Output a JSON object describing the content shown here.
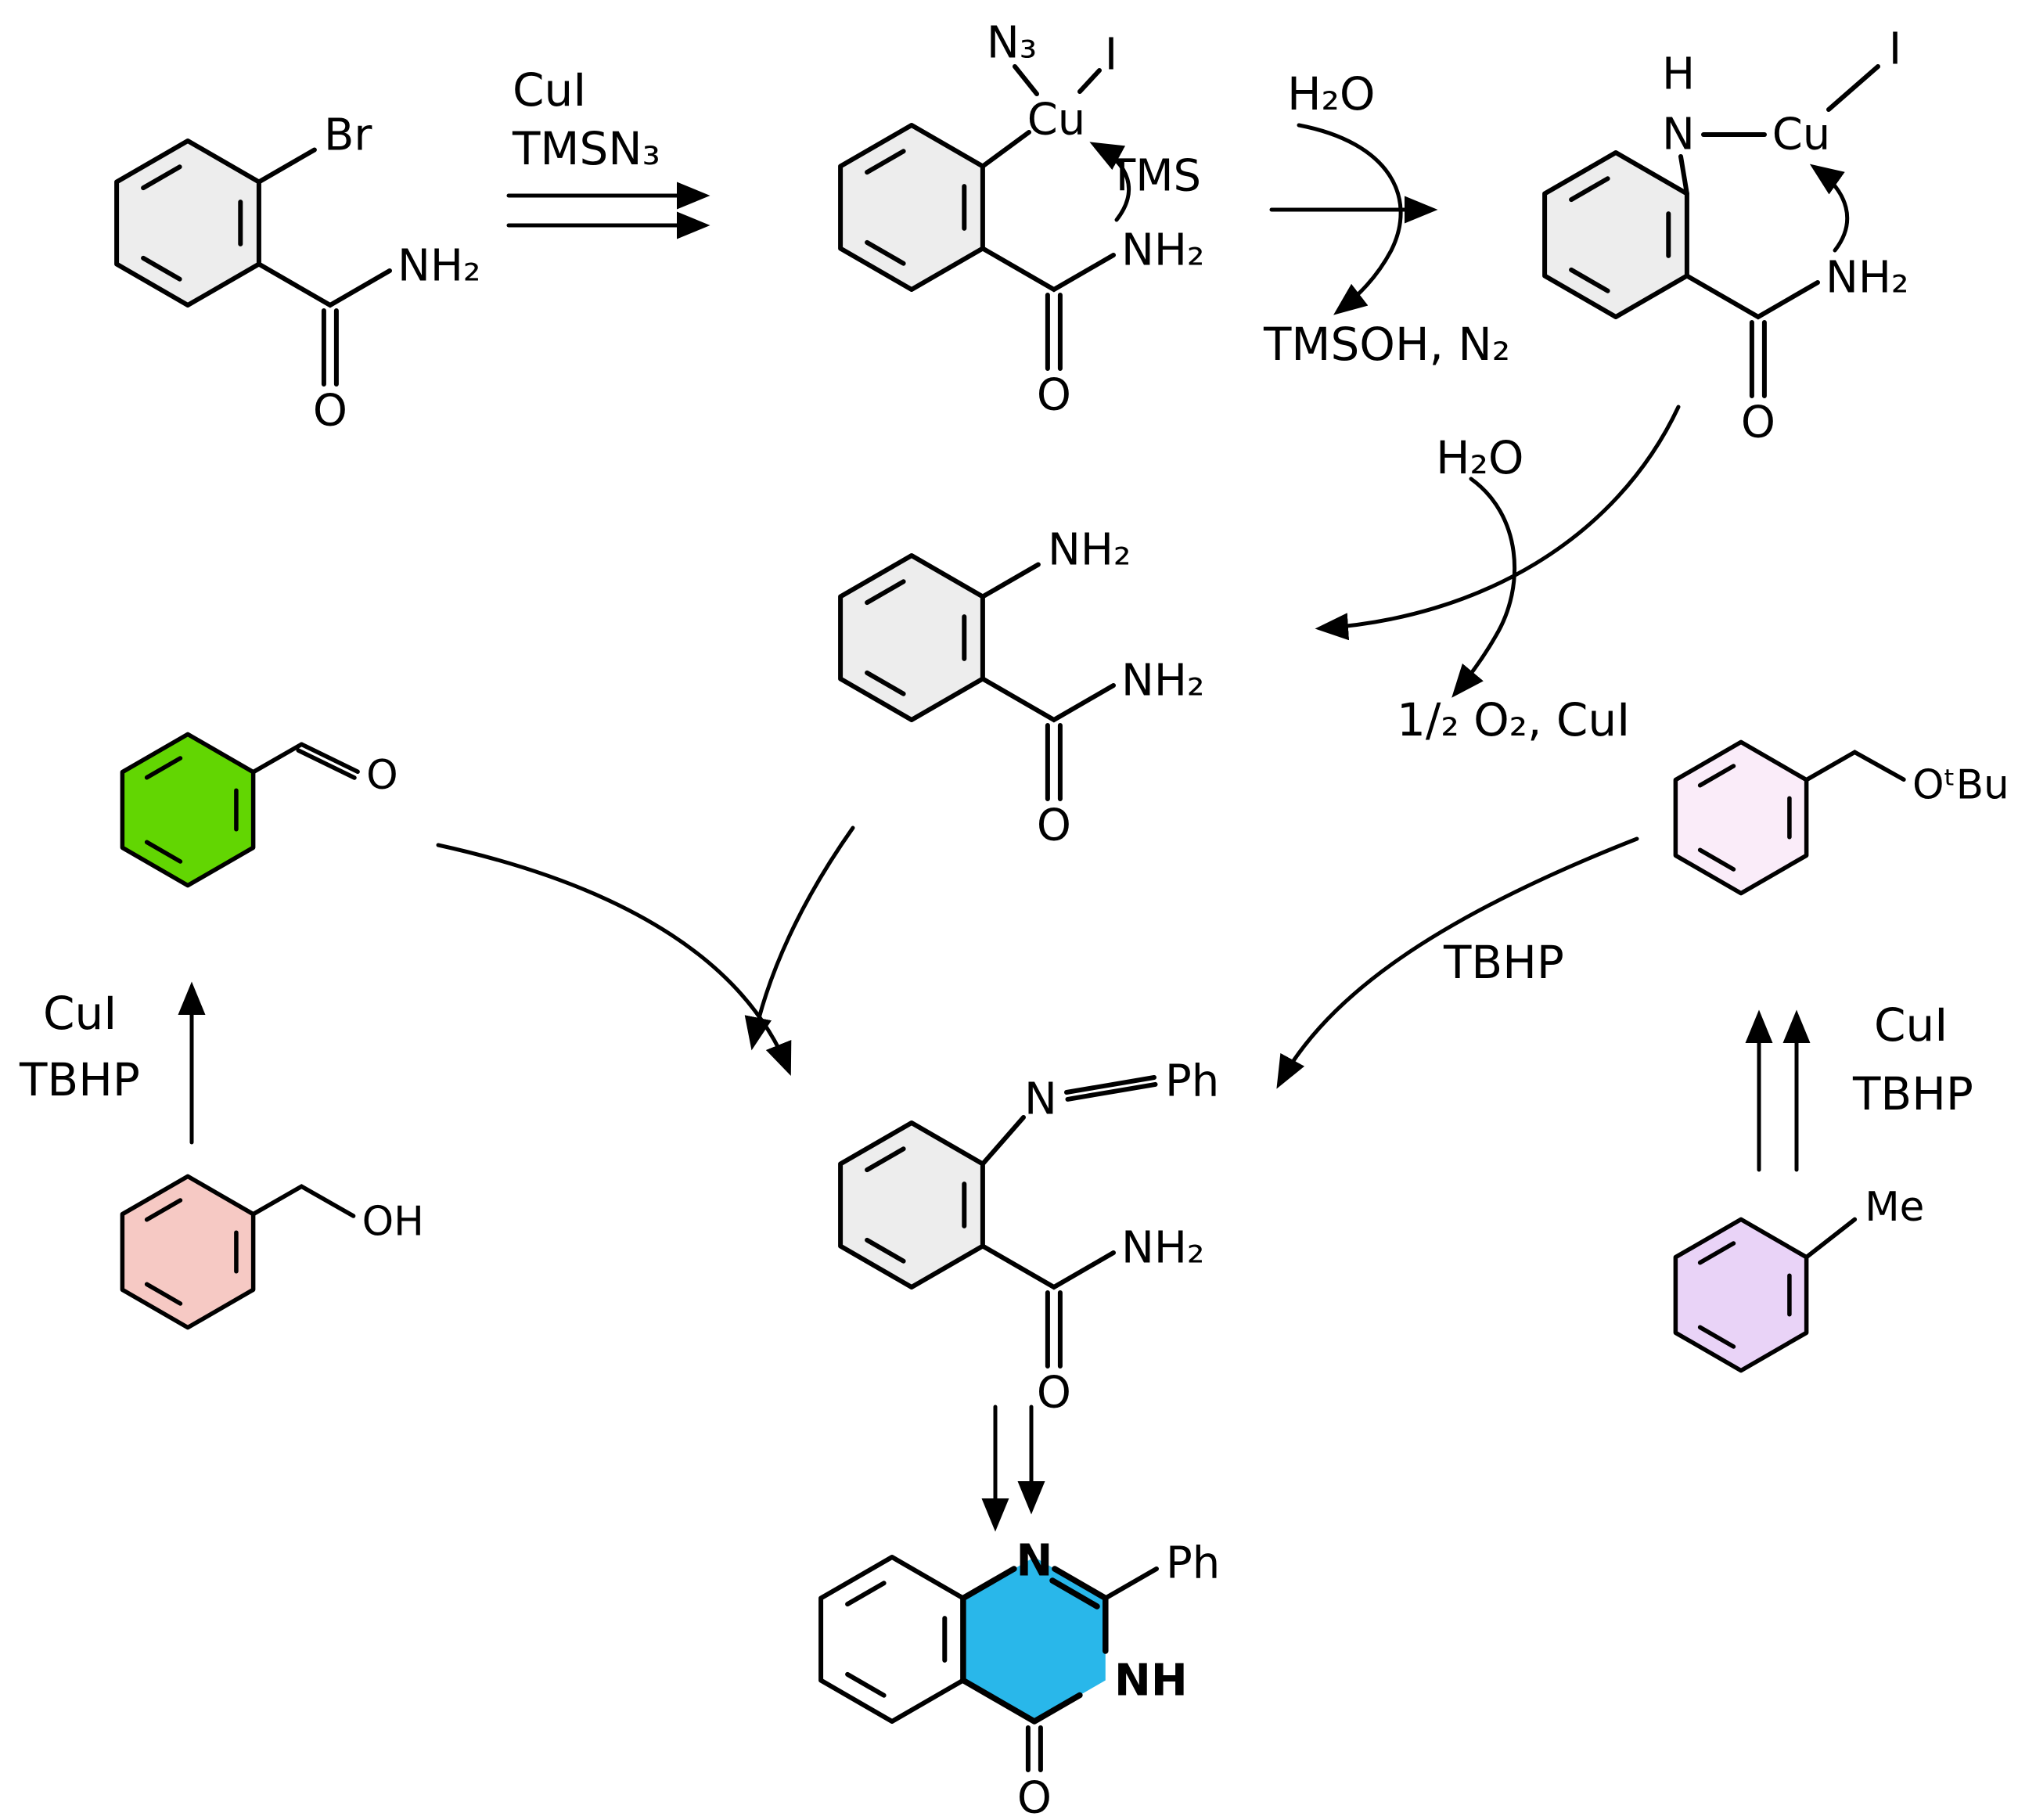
{
  "scheme": {
    "compounds": {
      "bromobenzamide": {
        "br": "Br",
        "nh2": "NH₂",
        "o": "O"
      },
      "cu_azide_intermediate": {
        "n3": "N₃",
        "i": "I",
        "cu": "Cu",
        "tms": "TMS",
        "nh2": "NH₂",
        "o": "O"
      },
      "amido_copper_complex": {
        "h": "H",
        "n": "N",
        "cu": "Cu",
        "i": "I",
        "nh2": "NH₂",
        "o": "O"
      },
      "anthranilamide": {
        "nh2_amine": "NH₂",
        "nh2_amide": "NH₂",
        "o": "O"
      },
      "benzaldehyde": {
        "o": "O"
      },
      "benzyl_alcohol": {
        "oh": "OH"
      },
      "benzyl_tbutyl_ether": {
        "otbu": "OᵗBu"
      },
      "toluene": {
        "me": "Me"
      },
      "benzylidene_imine": {
        "n": "N",
        "ph": "Ph",
        "nh2": "NH₂",
        "o": "O"
      },
      "quinazolinone": {
        "n": "N",
        "ph": "Ph",
        "nh": "NH",
        "o": "O"
      }
    },
    "reagents": {
      "step1_line1": "CuI",
      "step1_line2": "TMSN₃",
      "hydrolysis_in": "H₂O",
      "hydrolysis_out": "TMSOH, N₂",
      "aerobic_in": "H₂O",
      "aerobic_out": "1/₂ O₂, CuI",
      "left_ox_line1": "CuI",
      "left_ox_line2": "TBHP",
      "right_ox_line1": "CuI",
      "right_ox_line2": "TBHP",
      "tbhp": "TBHP"
    },
    "colors": {
      "ring_grey": "#ededed",
      "benzaldehyde_green": "#62d602",
      "benzyl_alcohol_pink": "#f6c9c4",
      "ether_pale_pink": "#faecf9",
      "toluene_violet": "#e9d3f7",
      "product_cyan": "#29b7ea",
      "product_benzo_white": "#ffffff"
    }
  }
}
